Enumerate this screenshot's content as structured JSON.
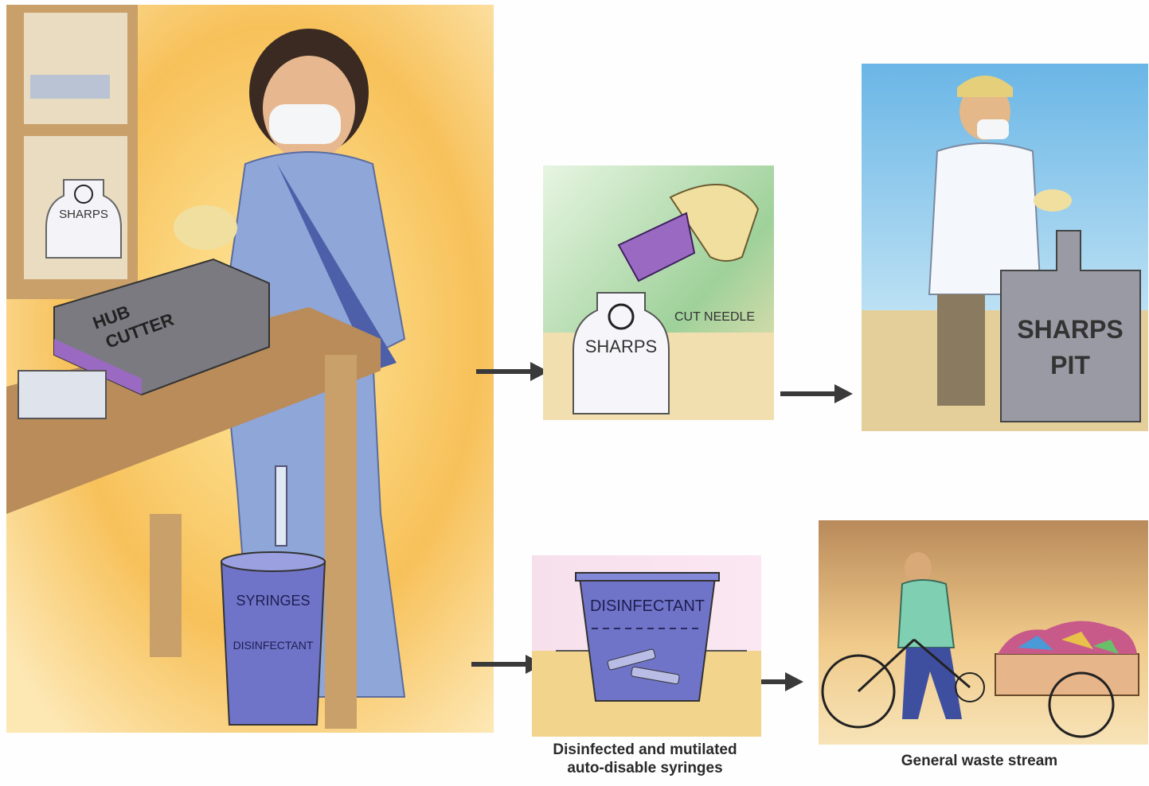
{
  "main_panel": {
    "hub_cutter_label": [
      "HUB",
      "CUTTER"
    ],
    "sharps_jar_label": "SHARPS",
    "bucket_labels": [
      "SYRINGES",
      "DISINFECTANT"
    ]
  },
  "cut_needle_panel": {
    "sharps_label": "SHARPS",
    "cut_needle_label": "CUT NEEDLE"
  },
  "sharps_pit_panel": {
    "pit_label": [
      "SHARPS",
      "PIT"
    ]
  },
  "disinfectant_panel": {
    "bucket_label": "DISINFECTANT",
    "caption": [
      "Disinfected and mutilated",
      "auto-disable syringes"
    ]
  },
  "waste_panel": {
    "caption": "General waste stream"
  },
  "colors": {
    "arrow": "#3a3a3a",
    "sharps_box": "#9a9aa4",
    "bucket_blue": "#6f74c8",
    "sari_blue": "#8fa6d8",
    "cutter_purple": "#9a6ac2"
  }
}
